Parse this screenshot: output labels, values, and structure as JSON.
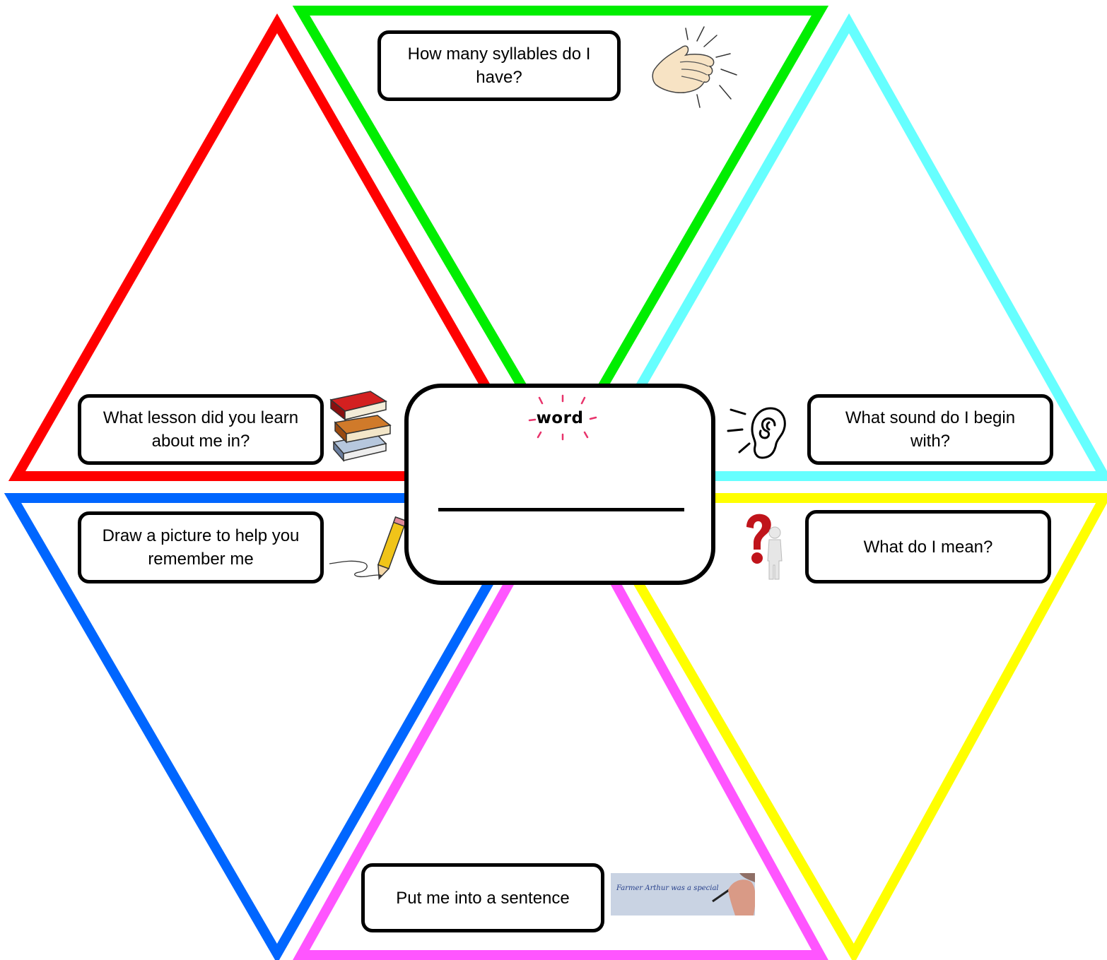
{
  "prompts": {
    "syllables": "How many syllables do I have?",
    "lesson": "What lesson did you learn about me in?",
    "sound": "What sound do I begin with?",
    "draw": "Draw a picture to help you remember me",
    "meaning": "What do I mean?",
    "sentence": "Put me into a sentence"
  },
  "center": {
    "word_label": "word"
  },
  "handwriting_sample": "Farmer Arthur was a special",
  "icons": {
    "syllables": "clapping-hands-icon",
    "lesson": "books-stack-icon",
    "sound": "ear-icon",
    "draw": "pencil-drawing-icon",
    "meaning": "question-mark-person-icon",
    "sentence": "handwriting-pen-icon"
  },
  "colors": {
    "top": "#00ee00",
    "top_left": "#ff0000",
    "top_right": "#66ffff",
    "bottom_left": "#0066ff",
    "bottom": "#ff55ff",
    "bottom_right": "#ffff00",
    "outline": "#000000"
  }
}
